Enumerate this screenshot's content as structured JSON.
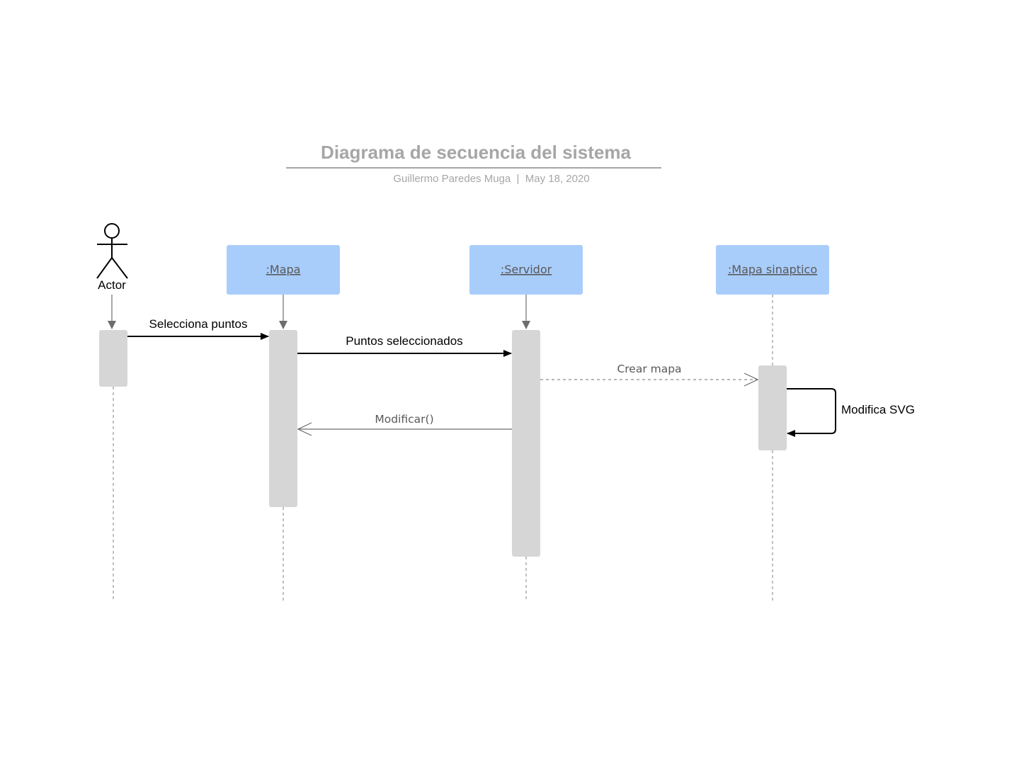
{
  "header": {
    "title": "Diagrama de secuencia del sistema",
    "subtitle": "Guillermo Paredes Muga  |  May 18, 2020"
  },
  "actor": {
    "label": "Actor"
  },
  "objects": [
    {
      "label": ":Mapa"
    },
    {
      "label": ":Servidor"
    },
    {
      "label": ":Mapa sinaptico"
    }
  ],
  "messages": [
    {
      "label": "Selecciona puntos",
      "style": "solid",
      "from": "Actor",
      "to": ":Mapa"
    },
    {
      "label": "Puntos seleccionados",
      "style": "solid",
      "from": ":Mapa",
      "to": ":Servidor"
    },
    {
      "label": "Crear mapa",
      "style": "dashed",
      "from": ":Servidor",
      "to": ":Mapa sinaptico"
    },
    {
      "label": "Modificar()",
      "style": "open",
      "from": ":Servidor",
      "to": ":Mapa"
    },
    {
      "label": "Modifica SVG",
      "style": "self",
      "from": ":Mapa sinaptico",
      "to": ":Mapa sinaptico"
    }
  ],
  "colors": {
    "object_fill": "#a9cdfb",
    "activation_fill": "#d6d6d6",
    "lifeline": "#808080",
    "title": "#a6a6a6"
  }
}
